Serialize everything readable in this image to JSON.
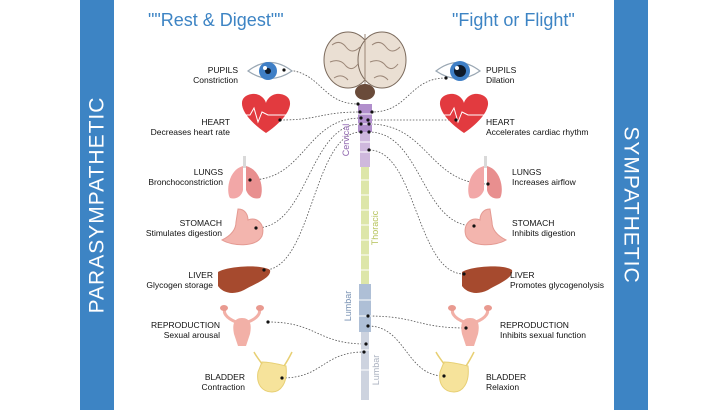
{
  "side_labels": {
    "left": "PARASYMPATHETIC",
    "right": "SYMPATHETIC"
  },
  "headlines": {
    "left": "\"\"Rest & Digest\"\"",
    "right": "\"Fight or Flight\""
  },
  "spine_labels": {
    "cervical": "Cervical",
    "thoracic": "Thoracic",
    "lumbar": "Lumbar",
    "lumbar_lower": "Lumbar"
  },
  "parasympathetic": [
    {
      "organ": "PUPILS",
      "effect": "Constriction"
    },
    {
      "organ": "HEART",
      "effect": "Decreases heart rate"
    },
    {
      "organ": "LUNGS",
      "effect": "Bronchoconstriction"
    },
    {
      "organ": "STOMACH",
      "effect": "Stimulates digestion"
    },
    {
      "organ": "LIVER",
      "effect": "Glycogen storage"
    },
    {
      "organ": "REPRODUCTION",
      "effect": "Sexual arousal"
    },
    {
      "organ": "BLADDER",
      "effect": "Contraction"
    }
  ],
  "sympathetic": [
    {
      "organ": "PUPILS",
      "effect": "Dilation"
    },
    {
      "organ": "HEART",
      "effect": "Accelerates cardiac rhythm"
    },
    {
      "organ": "LUNGS",
      "effect": "Increases airflow"
    },
    {
      "organ": "STOMACH",
      "effect": "Inhibits digestion"
    },
    {
      "organ": "LIVER",
      "effect": "Promotes glycogenolysis"
    },
    {
      "organ": "REPRODUCTION",
      "effect": "Inhibits sexual function"
    },
    {
      "organ": "BLADDER",
      "effect": "Relaxion"
    }
  ],
  "colors": {
    "bar": "#3d84c4",
    "headline": "#3d84c4",
    "cervical": "#a77fc0",
    "thoracic": "#c6d57e",
    "lumbar": "#8fa6c6",
    "heart": "#e23a3f",
    "lungs": "#f2a7a7",
    "stomach": "#f3b5ae",
    "liver": "#a64a2e",
    "uterus": "#f2b0a7",
    "bladder": "#f6e39b",
    "iris": "#3f7fc6"
  }
}
